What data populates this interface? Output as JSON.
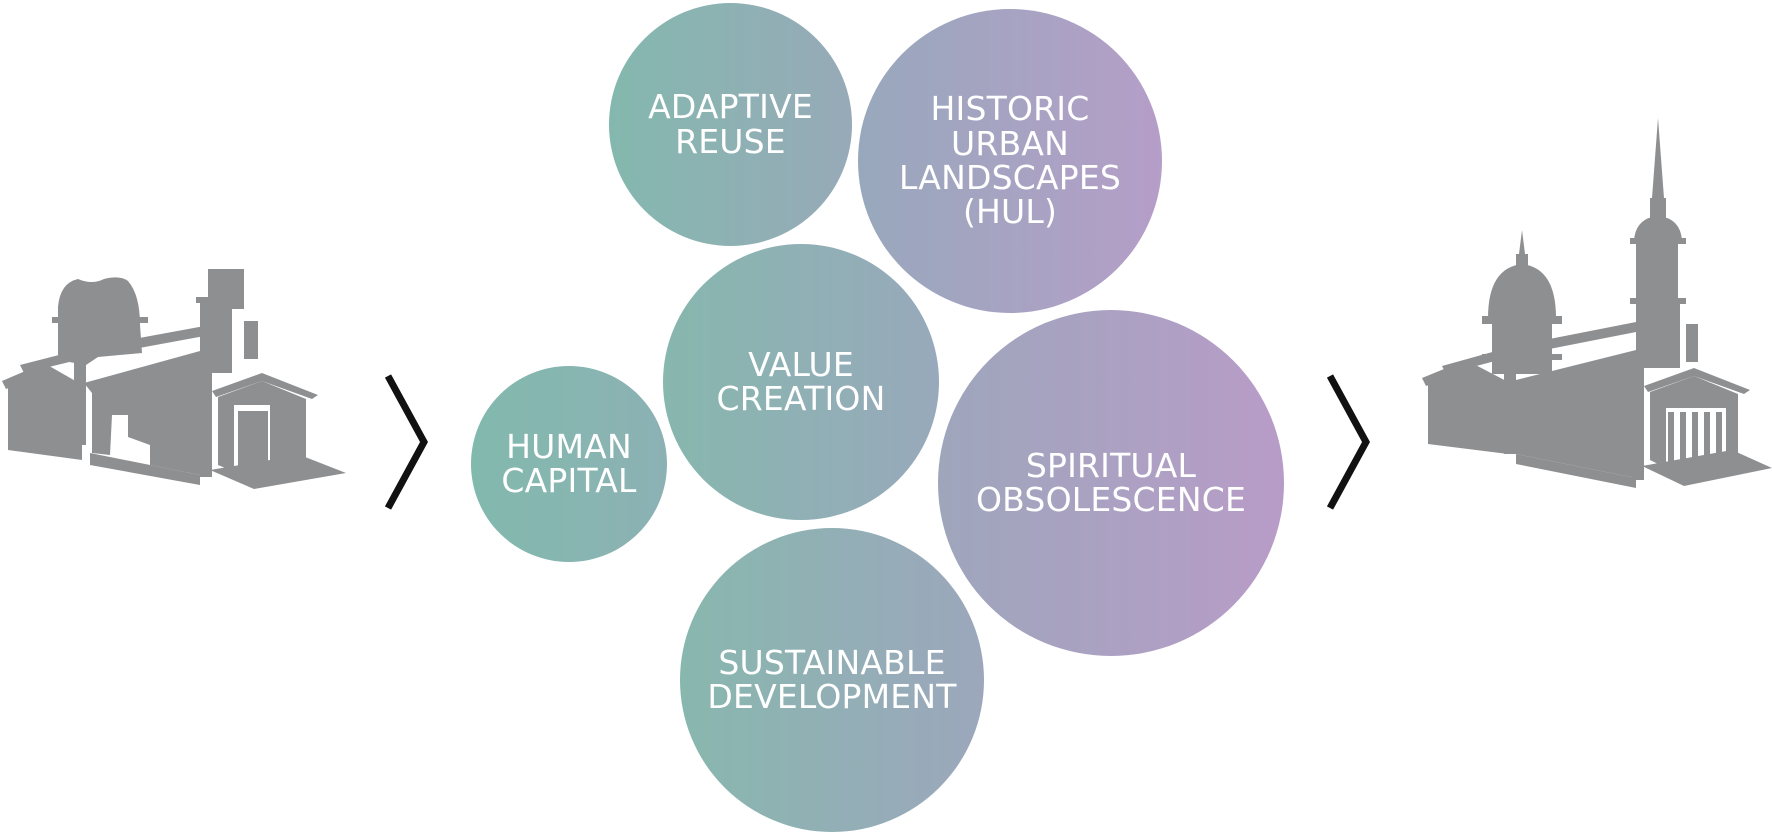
{
  "diagram": {
    "concepts": [
      {
        "id": "adaptive-reuse",
        "label": "ADAPTIVE\nREUSE"
      },
      {
        "id": "historic-urban-landscapes",
        "label": "HISTORIC\nURBAN\nLANDSCAPES\n(HUL)"
      },
      {
        "id": "value-creation",
        "label": "VALUE\nCREATION"
      },
      {
        "id": "human-capital",
        "label": "HUMAN\nCAPITAL"
      },
      {
        "id": "spiritual-obsolescence",
        "label": "SPIRITUAL\nOBSOLESCENCE"
      },
      {
        "id": "sustainable-development",
        "label": "SUSTAINABLE\nDEVELOPMENT"
      }
    ],
    "icons": {
      "before": "ruined-church-icon",
      "arrow_in": "chevron-right-icon",
      "arrow_out": "chevron-right-icon",
      "after": "restored-church-icon"
    },
    "colors": {
      "teal": "#86b8af",
      "blue_grey": "#96a8bb",
      "purple": "#b39bc6",
      "silhouette": "#8e8f91",
      "chevron": "#111111"
    }
  }
}
